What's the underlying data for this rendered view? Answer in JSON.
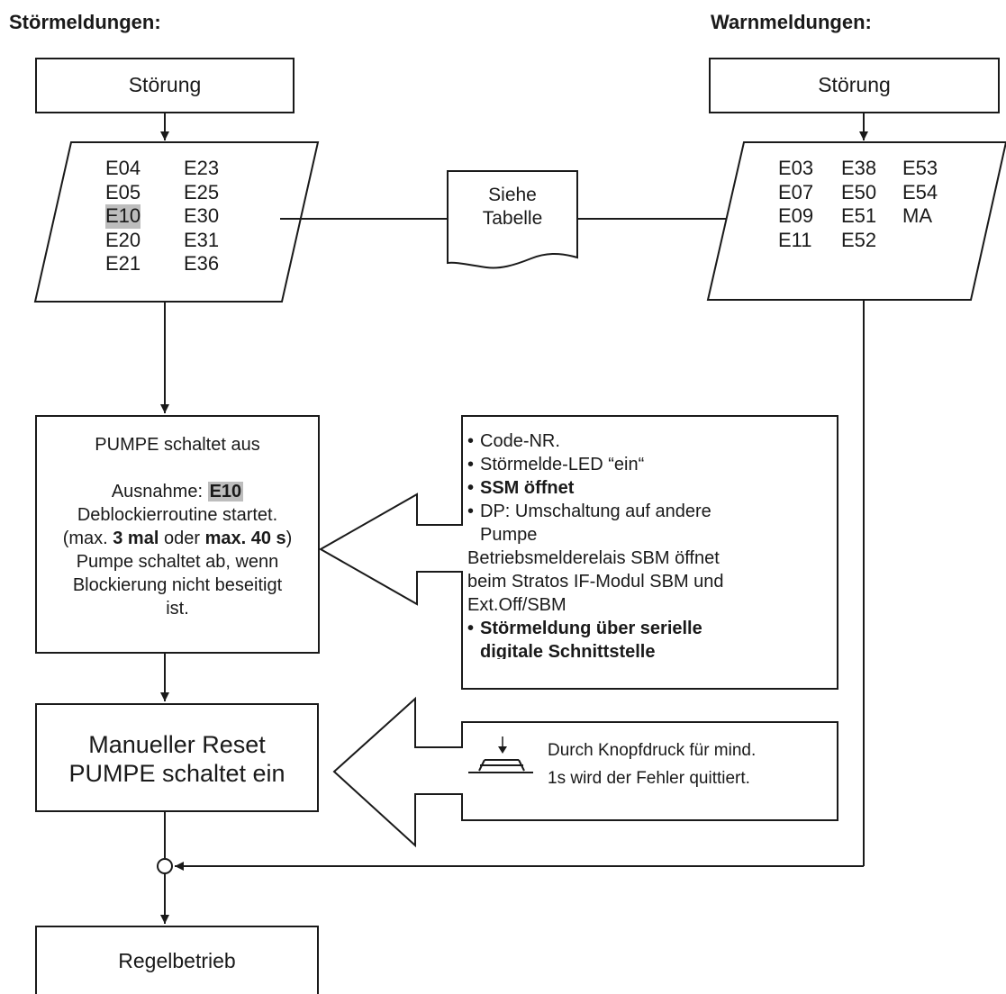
{
  "headings": {
    "left": "Störmeldungen:",
    "right": "Warnmeldungen:"
  },
  "left_column": {
    "start_box": "Störung",
    "codes": [
      [
        "E04",
        "E23"
      ],
      [
        "E05",
        "E25"
      ],
      [
        "E10",
        "E30"
      ],
      [
        "E20",
        "E31"
      ],
      [
        "E21",
        "E36"
      ]
    ],
    "highlighted_code": "E10",
    "pump_off": {
      "line1": "PUMPE schaltet aus",
      "exception_prefix": "Ausnahme:",
      "exception_code": "E10",
      "line3": "Deblockierroutine startet.",
      "line4_a": "(max.",
      "line4_b": "3 mal",
      "line4_c": "oder",
      "line4_d": "max. 40 s",
      "line4_e": ")",
      "line5": "Pumpe schaltet ab, wenn",
      "line6": "Blockierung nicht beseitigt",
      "line7": "ist."
    },
    "reset_box": {
      "line1": "Manueller Reset",
      "line2": "PUMPE schaltet ein"
    },
    "end_box": "Regelbetrieb"
  },
  "document": {
    "line1": "Siehe",
    "line2": "Tabelle"
  },
  "right_column": {
    "start_box": "Störung",
    "codes": [
      [
        "E03",
        "E38",
        "E53"
      ],
      [
        "E07",
        "E50",
        "E54"
      ],
      [
        "E09",
        "E51",
        "MA"
      ],
      [
        "E11",
        "E52",
        ""
      ]
    ]
  },
  "info_box": {
    "item1": "Code-NR.",
    "item2": "Störmelde-LED “ein“",
    "item3": "SSM öffnet",
    "item4_line1": "DP: Umschaltung auf andere",
    "item4_line2": "Pumpe",
    "note_line1": "Betriebsmelderelais SBM öffnet",
    "note_line2": "beim Stratos IF-Modul SBM und",
    "note_line3": "Ext.Off/SBM",
    "item5_line1": "Störmeldung über serielle",
    "item5_line2": "digitale Schnittstelle"
  },
  "button_box": {
    "line1": "Durch Knopfdruck für mind.",
    "line2": "1s wird der Fehler quittiert."
  }
}
